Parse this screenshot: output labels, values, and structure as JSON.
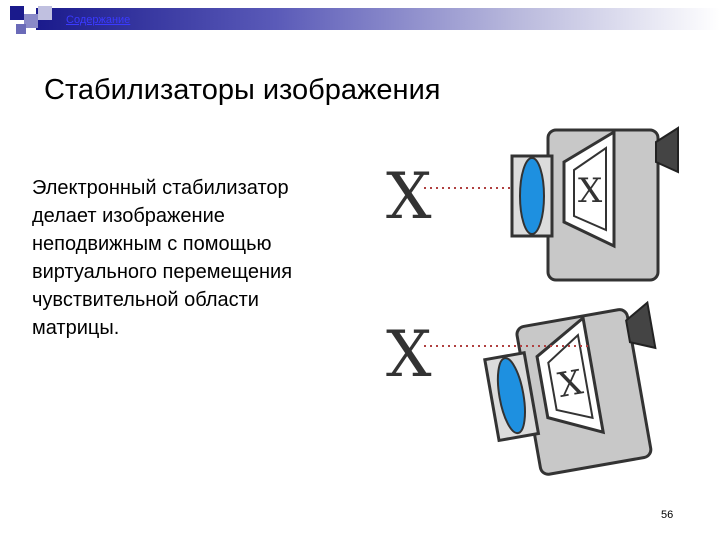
{
  "header": {
    "contents_link": "Содержание"
  },
  "slide": {
    "title": "Стабилизаторы изображения",
    "body_text": "Электронный стабилизатор делает изображение неподвижным с помощью виртуального перемещения чувствительной области матрицы.",
    "page_number": "56"
  },
  "illustration": {
    "subject_letter": "X",
    "colors": {
      "camera_body": "#c8c8c8",
      "lens": "#1e90e0",
      "outline": "#333333",
      "dotted_line": "#b04040"
    }
  }
}
